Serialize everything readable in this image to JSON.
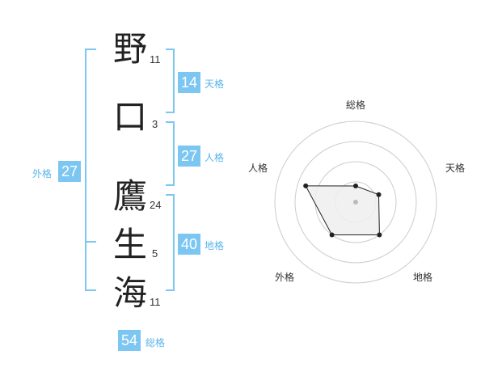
{
  "characters": [
    {
      "char": "野",
      "strokes": "11"
    },
    {
      "char": "口",
      "strokes": "3"
    },
    {
      "char": "鷹",
      "strokes": "24"
    },
    {
      "char": "生",
      "strokes": "5"
    },
    {
      "char": "海",
      "strokes": "11"
    }
  ],
  "kaku": {
    "tenkaku": {
      "value": "14",
      "label": "天格"
    },
    "jinkaku": {
      "value": "27",
      "label": "人格"
    },
    "chikaku": {
      "value": "40",
      "label": "地格"
    },
    "gaikaku": {
      "value": "27",
      "label": "外格"
    },
    "soukaku": {
      "value": "54",
      "label": "総格"
    }
  },
  "chart_data": {
    "type": "radar",
    "axes": [
      "総格",
      "天格",
      "地格",
      "外格",
      "人格"
    ],
    "values": [
      0.2,
      0.3,
      0.5,
      0.5,
      0.65
    ],
    "rings": 4,
    "colors": {
      "fill": "#eeeeee",
      "stroke": "#222222",
      "ring": "#cccccc",
      "center": "#bbbbbb"
    }
  },
  "colors": {
    "accent": "#7cc6f2",
    "label": "#5ab4ea"
  }
}
